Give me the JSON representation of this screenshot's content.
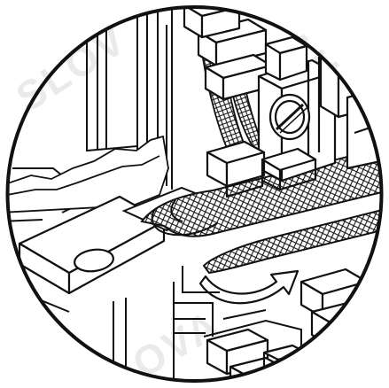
{
  "watermark": {
    "top_left": "SLOV",
    "top_right": "AU",
    "bottom": "OVA"
  },
  "colors": {
    "ink": "#111111",
    "paper": "#ffffff",
    "watermark": "#cfcfcf"
  }
}
